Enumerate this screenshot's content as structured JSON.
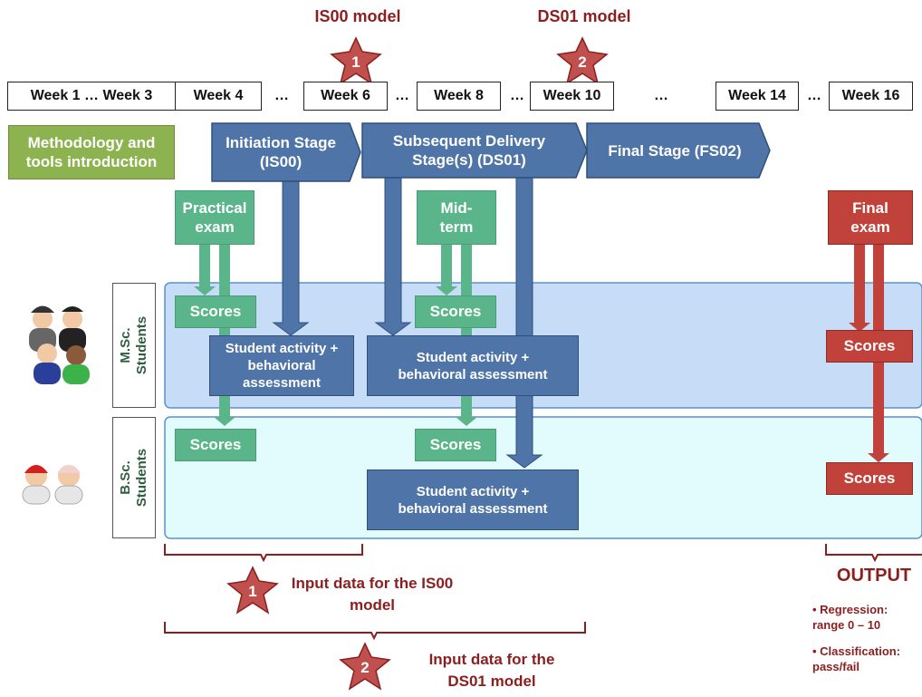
{
  "models": {
    "is00": "IS00 model",
    "ds01": "DS01 model"
  },
  "stars": {
    "one": "1",
    "two": "2"
  },
  "weeks": [
    "Week 1 … Week 3",
    "Week 4",
    "Week 6",
    "Week 8",
    "Week 10",
    "Week 14",
    "Week 16"
  ],
  "ellipsis": "…",
  "methodology": "Methodology and tools introduction",
  "stages": {
    "initiation": "Initiation Stage (IS00)",
    "subsequent": "Subsequent Delivery Stage(s) (DS01)",
    "final": "Final Stage (FS02)"
  },
  "exams": {
    "practical": "Practical exam",
    "midterm": "Mid-term",
    "final": "Final exam"
  },
  "scores": "Scores",
  "activity": "Student activity + behavioral assessment",
  "groups": {
    "msc": "M.Sc. Students",
    "bsc": "B.Sc. Students"
  },
  "inputs": {
    "is00": "Input data for the IS00 model",
    "ds01": "Input data for the DS01 model"
  },
  "output": {
    "title": "OUTPUT",
    "regression": "Regression: range 0 – 10",
    "classification": "Classification: pass/fail"
  },
  "colors": {
    "green": "#5bb58b",
    "blue": "#4f74a8",
    "red": "#c0423b",
    "dark_red": "#8b1e1e",
    "olive": "#8cb350"
  }
}
